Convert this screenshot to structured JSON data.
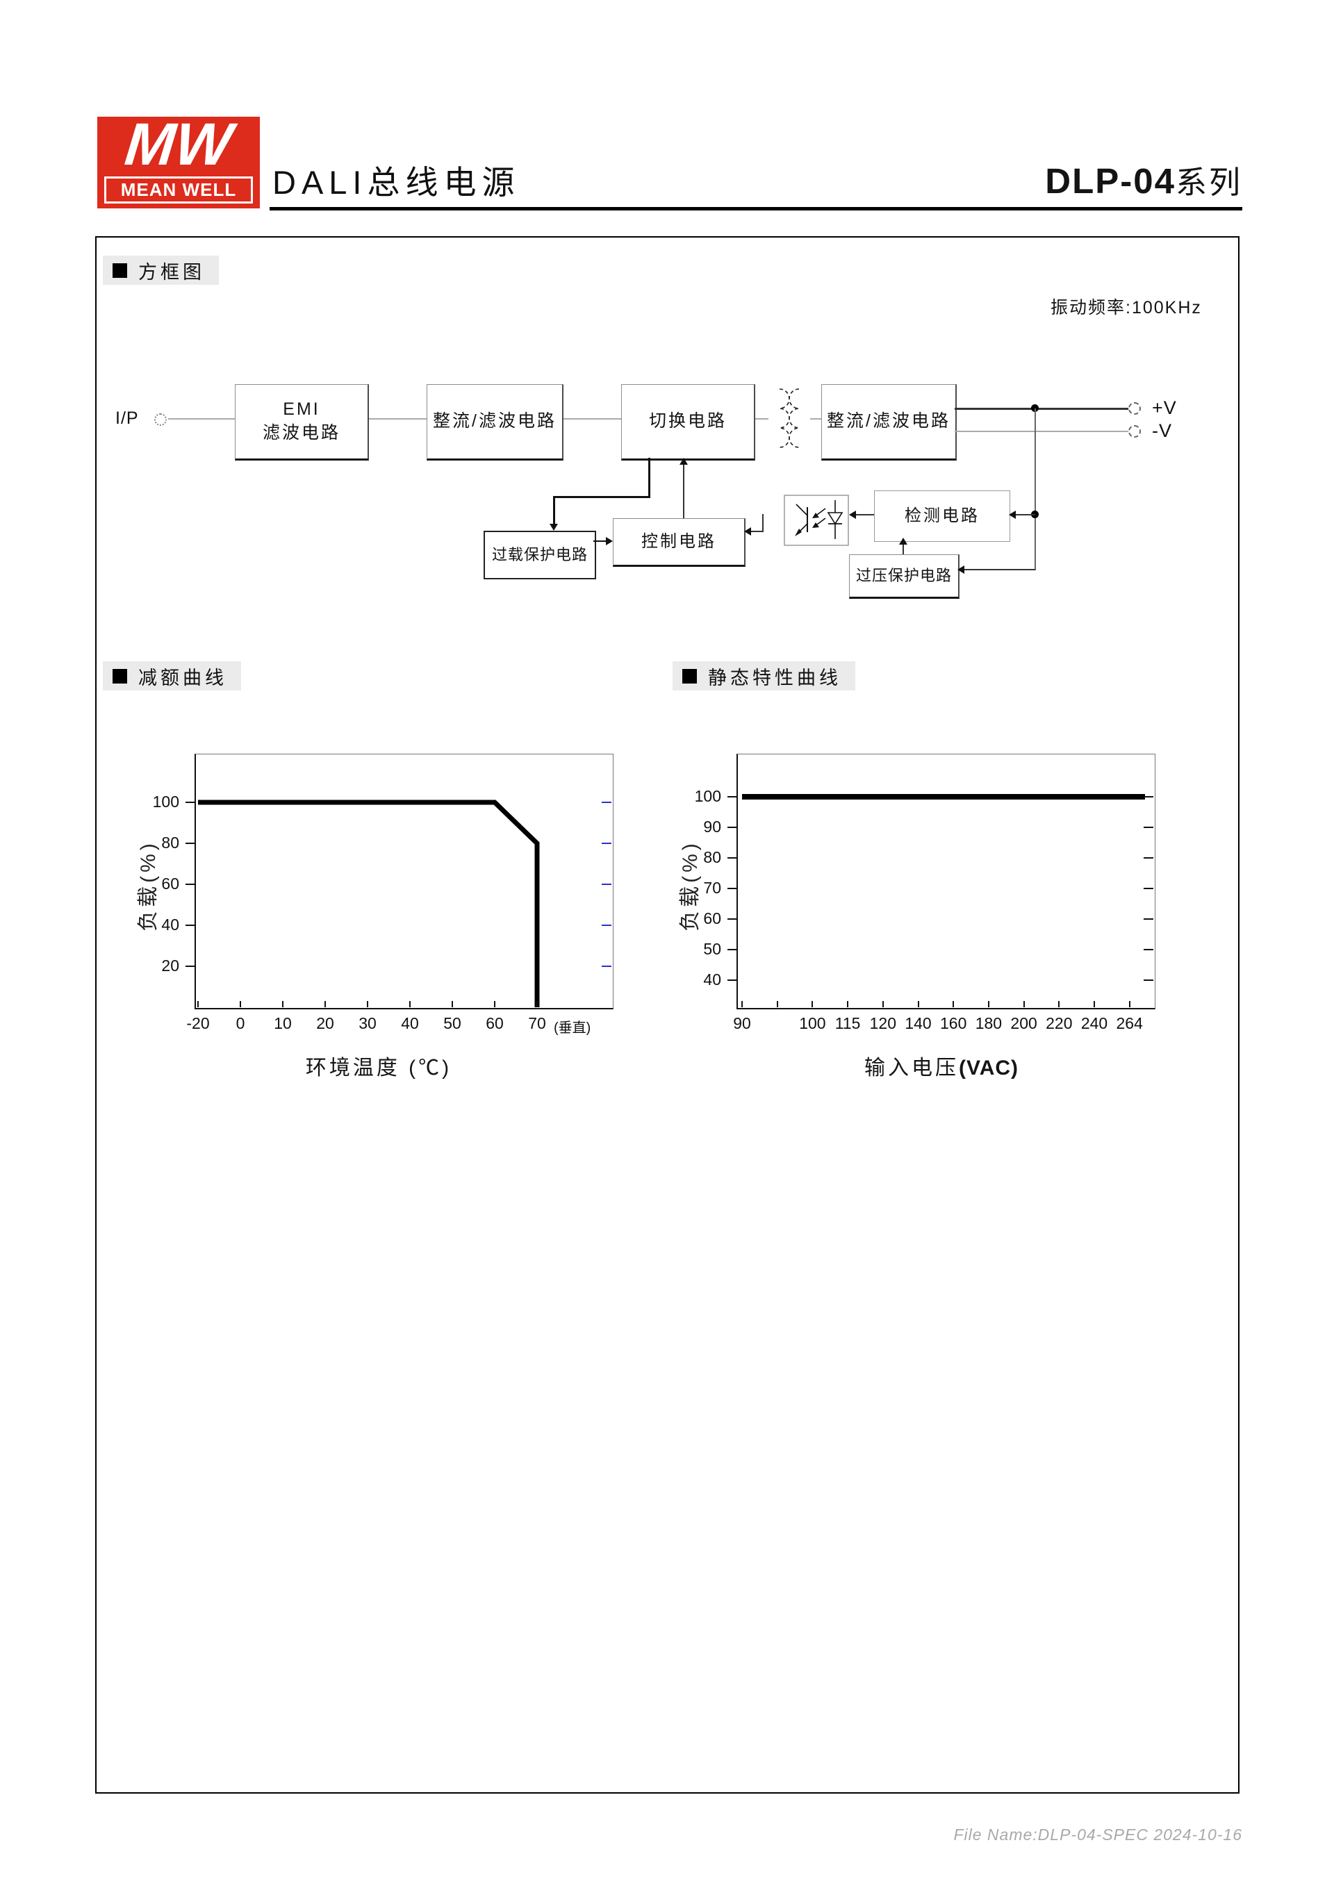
{
  "header": {
    "logo": {
      "mw": "MW",
      "brand": "MEAN WELL",
      "color": "#dd2b1c"
    },
    "title": "DALI总线电源",
    "series_bold": "DLP-04",
    "series_suffix": "系列"
  },
  "sections": {
    "block_diagram": "方框图",
    "derating": "减额曲线",
    "static_curve": "静态特性曲线"
  },
  "block_diagram": {
    "note": "振动频率:100KHz",
    "input_label": "I/P",
    "boxes": {
      "emi_line1": "EMI",
      "emi_line2": "滤波电路",
      "rectifier1": "整流/滤波电路",
      "switching": "切换电路",
      "rectifier2": "整流/滤波电路",
      "overload": "过载保护电路",
      "control": "控制电路",
      "detection": "检测电路",
      "ovp": "过压保护电路"
    },
    "outputs": {
      "pos": "+V",
      "neg": "-V"
    }
  },
  "chart_data": [
    {
      "type": "line",
      "title": "减额曲线",
      "xlabel": "环境温度 (℃)",
      "xlabel_bold": "",
      "ylabel": "负载(%)",
      "x_tick_labels": [
        "-20",
        "0",
        "10",
        "20",
        "30",
        "40",
        "50",
        "60",
        "70"
      ],
      "x_suffix": "(垂直)",
      "y_ticks": [
        20,
        40,
        60,
        80,
        100
      ],
      "xlim": [
        -20,
        75
      ],
      "ylim": [
        0,
        110
      ],
      "grid": false,
      "points": [
        [
          -20,
          100
        ],
        [
          50,
          100
        ],
        [
          60,
          80
        ],
        [
          60,
          0
        ]
      ]
    },
    {
      "type": "line",
      "title": "静态特性曲线",
      "xlabel": "输入电压",
      "xlabel_bold": "(VAC)",
      "ylabel": "负载(%)",
      "x_tick_labels": [
        "90",
        "",
        "100",
        "115",
        "120",
        "140",
        "160",
        "180",
        "200",
        "220",
        "240",
        "264"
      ],
      "x_suffix": "",
      "y_ticks": [
        40,
        50,
        60,
        70,
        80,
        90,
        100
      ],
      "xlim": [
        90,
        264
      ],
      "ylim": [
        30,
        105
      ],
      "grid": false,
      "points": [
        [
          90,
          100
        ],
        [
          264,
          100
        ]
      ]
    }
  ],
  "footer": {
    "text": "File Name:DLP-04-SPEC  2024-10-16"
  }
}
